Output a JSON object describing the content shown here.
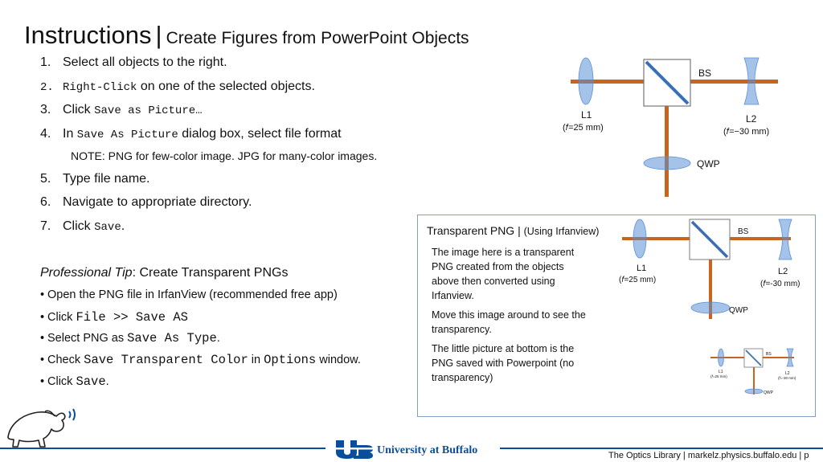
{
  "slide": {
    "title_main": "Instructions",
    "title_sep": "|",
    "title_sub": "Create Figures from PowerPoint Objects"
  },
  "steps": [
    {
      "num": "1.",
      "parts": [
        {
          "t": "Select all objects to the right.",
          "mono": false
        }
      ]
    },
    {
      "num": "2.",
      "parts": [
        {
          "t": "Right-Click",
          "mono": true
        },
        {
          "t": " on one of the selected objects.",
          "mono": false
        }
      ]
    },
    {
      "num": "3.",
      "parts": [
        {
          "t": "Click ",
          "mono": false
        },
        {
          "t": "Save as Picture…",
          "mono": true
        }
      ]
    },
    {
      "num": "4.",
      "parts": [
        {
          "t": "In ",
          "mono": false
        },
        {
          "t": "Save As Picture",
          "mono": true
        },
        {
          "t": " dialog box, select file format",
          "mono": false
        }
      ]
    },
    {
      "num": "5.",
      "parts": [
        {
          "t": "Type file name.",
          "mono": false
        }
      ]
    },
    {
      "num": "6.",
      "parts": [
        {
          "t": "Navigate to appropriate directory.",
          "mono": false
        }
      ]
    },
    {
      "num": "7.",
      "parts": [
        {
          "t": "Click ",
          "mono": false
        },
        {
          "t": "Save",
          "mono": true
        },
        {
          "t": ".",
          "mono": false
        }
      ]
    }
  ],
  "note": "NOTE: PNG for few-color image. JPG for many-color images.",
  "tip": {
    "heading_italic": "Professional Tip",
    "heading_rest": ": Create Transparent PNGs",
    "bullets": [
      {
        "parts": [
          {
            "t": "Open the PNG file in IrfanView (recommended free app)",
            "mono": false
          }
        ]
      },
      {
        "parts": [
          {
            "t": "Click ",
            "mono": false
          },
          {
            "t": "File >> Save AS",
            "mono": true
          }
        ]
      },
      {
        "parts": [
          {
            "t": "Select PNG as ",
            "mono": false
          },
          {
            "t": "Save As Type",
            "mono": true
          },
          {
            "t": ".",
            "mono": false
          }
        ]
      },
      {
        "parts": [
          {
            "t": "Check ",
            "mono": false
          },
          {
            "t": "Save Transparent Color",
            "mono": true
          },
          {
            "t": " in ",
            "mono": false
          },
          {
            "t": "Options",
            "mono": true
          },
          {
            "t": " window.",
            "mono": false
          }
        ]
      },
      {
        "parts": [
          {
            "t": "Click ",
            "mono": false
          },
          {
            "t": "Save",
            "mono": true
          },
          {
            "t": ".",
            "mono": false
          }
        ]
      }
    ],
    "bullet_glyph": "•"
  },
  "diagram": {
    "l1": "L1",
    "l1_focal": "(𝑓=25 mm)",
    "l2": "L2",
    "l2_focal": "(𝑓=−30 mm)",
    "bs": "BS",
    "qwp": "QWP",
    "inset_l1_focal": "(𝑓=25 mm)",
    "inset_l2_focal": "(𝑓=-30 mm)",
    "beam_color": "#c8641e",
    "lens_color": "#5b8fd6"
  },
  "inset": {
    "title": "Transparent PNG",
    "title_sep": "|",
    "title_paren": "(Using Irfanview)",
    "para1": "The image here is a transparent PNG created from the objects above then converted using Irfanview.",
    "para2": "Move this image around to see the transparency.",
    "para3": "The little picture at bottom is the PNG saved with Powerpoint (no transparency)"
  },
  "footer": {
    "university": "University at Buffalo",
    "text": "The Optics Library | markelz.physics.buffalo.edu | p",
    "accent": "#0a4e9b"
  }
}
